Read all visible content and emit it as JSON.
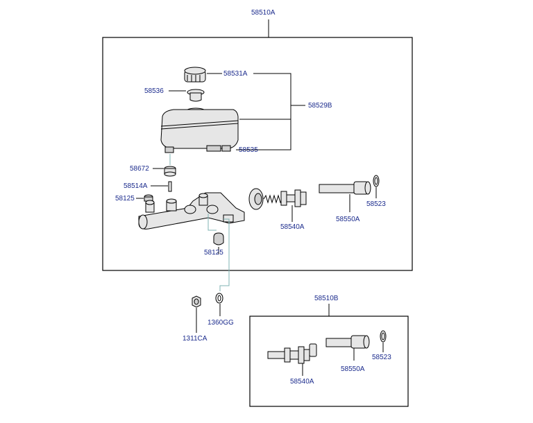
{
  "labels": {
    "assembly_top": "58510A",
    "cap": "58531A",
    "strainer": "58536",
    "reservoir": "58529B",
    "grommet_res": "58535",
    "seal_672": "58672",
    "pin": "58514A",
    "plug_upper": "58125",
    "plug_lower": "58125",
    "piston_a": "58540A",
    "piston_b": "58550A",
    "ring_a": "58523",
    "nut": "1311CA",
    "washer": "1360GG",
    "assembly_kit": "58510B",
    "kit_piston_a": "58540A",
    "kit_piston_b": "58550A",
    "kit_ring": "58523"
  }
}
